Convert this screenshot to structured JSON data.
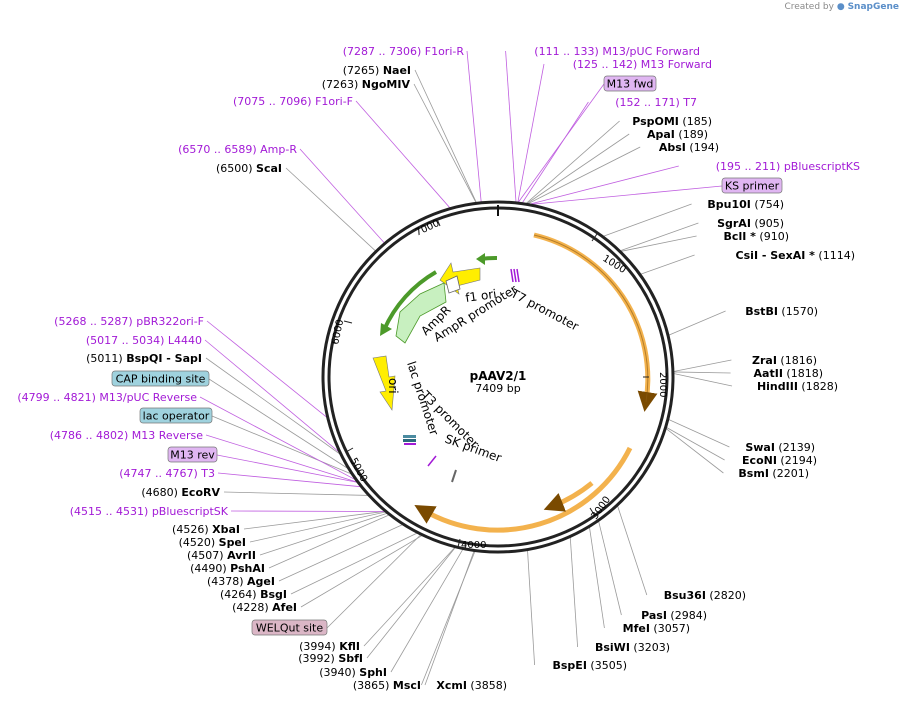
{
  "credit": {
    "prefix": "Created by",
    "brand": "SnapGene"
  },
  "plasmid": {
    "name": "pAAV2/1",
    "length_label": "7409 bp",
    "length": 7409
  },
  "ticks": [
    "1000",
    "2000",
    "3000",
    "4000",
    "5000",
    "6000",
    "7000"
  ],
  "sites": [
    {
      "name": "NaeI",
      "pos": "(7265)"
    },
    {
      "name": "NgoMIV",
      "pos": "(7263)"
    },
    {
      "name": "ScaI",
      "pos": "(6500)"
    },
    {
      "name": "PspOMI",
      "pos": "(185)"
    },
    {
      "name": "ApaI",
      "pos": "(189)"
    },
    {
      "name": "AbsI",
      "pos": "(194)"
    },
    {
      "name": "Bpu10I",
      "pos": "(754)"
    },
    {
      "name": "SgrAI",
      "pos": "(905)"
    },
    {
      "name": "BclI *",
      "pos": "(910)"
    },
    {
      "name": "CsiI  - SexAI *",
      "pos": "(1114)"
    },
    {
      "name": "BstBI",
      "pos": "(1570)"
    },
    {
      "name": "ZraI",
      "pos": "(1816)"
    },
    {
      "name": "AatII",
      "pos": "(1818)"
    },
    {
      "name": "HindIII",
      "pos": "(1828)"
    },
    {
      "name": "SwaI",
      "pos": "(2139)"
    },
    {
      "name": "EcoNI",
      "pos": "(2194)"
    },
    {
      "name": "BsmI",
      "pos": "(2201)"
    },
    {
      "name": "Bsu36I",
      "pos": "(2820)"
    },
    {
      "name": "PasI",
      "pos": "(2984)"
    },
    {
      "name": "MfeI",
      "pos": "(3057)"
    },
    {
      "name": "BsiWI",
      "pos": "(3203)"
    },
    {
      "name": "BspEI",
      "pos": "(3505)"
    },
    {
      "name": "XcmI",
      "pos": "(3858)"
    },
    {
      "name": "MscI",
      "pos": "(3865)"
    },
    {
      "name": "SphI",
      "pos": "(3940)"
    },
    {
      "name": "SbfI",
      "pos": "(3992)"
    },
    {
      "name": "KflI",
      "pos": "(3994)"
    },
    {
      "name": "AfeI",
      "pos": "(4228)"
    },
    {
      "name": "BsgI",
      "pos": "(4264)"
    },
    {
      "name": "AgeI",
      "pos": "(4378)"
    },
    {
      "name": "PshAI",
      "pos": "(4490)"
    },
    {
      "name": "AvrII",
      "pos": "(4507)"
    },
    {
      "name": "SpeI",
      "pos": "(4520)"
    },
    {
      "name": "XbaI",
      "pos": "(4526)"
    },
    {
      "name": "EcoRV",
      "pos": "(4680)"
    },
    {
      "name": "BspQI  - SapI",
      "pos": "(5011)"
    }
  ],
  "primers": [
    {
      "name": "F1ori-R",
      "range": "(7287 .. 7306)"
    },
    {
      "name": "F1ori-F",
      "range": "(7075 .. 7096)"
    },
    {
      "name": "Amp-R",
      "range": "(6570 .. 6589)"
    },
    {
      "name": "M13/pUC Forward",
      "range": "(111 .. 133)"
    },
    {
      "name": "M13 Forward",
      "range": "(125 .. 142)"
    },
    {
      "name": "T7",
      "range": "(152 .. 171)"
    },
    {
      "name": "pBluescriptKS",
      "range": "(195 .. 211)"
    },
    {
      "name": "pBR322ori-F",
      "range": "(5268 .. 5287)"
    },
    {
      "name": "L4440",
      "range": "(5017 .. 5034)"
    },
    {
      "name": "M13/pUC Reverse",
      "range": "(4799 .. 4821)"
    },
    {
      "name": "M13 Reverse",
      "range": "(4786 .. 4802)"
    },
    {
      "name": "T3",
      "range": "(4747 .. 4767)"
    },
    {
      "name": "pBluescriptSK",
      "range": "(4515 .. 4531)"
    }
  ],
  "boxes": [
    {
      "text": "M13 fwd",
      "kind": "primer",
      "color": "#e0b6f2"
    },
    {
      "text": "KS primer",
      "kind": "primer",
      "color": "#e0b6f2"
    },
    {
      "text": "CAP binding site",
      "kind": "protein",
      "color": "#9fd2de"
    },
    {
      "text": "lac operator",
      "kind": "protein",
      "color": "#9fd2de"
    },
    {
      "text": "M13 rev",
      "kind": "primer",
      "color": "#e0b6f2"
    },
    {
      "text": "WELQut site",
      "kind": "cleavage",
      "color": "#dbb6c6"
    }
  ],
  "features": [
    {
      "label": "f1 ori"
    },
    {
      "label": "T7 promoter"
    },
    {
      "label": "AmpR"
    },
    {
      "label": "AmpR promoter"
    },
    {
      "label": "lac promoter"
    },
    {
      "label": "ori"
    },
    {
      "label": "T3 promoter"
    },
    {
      "label": "SK primer"
    }
  ],
  "colors": {
    "backbone": "#222222",
    "primer_text": "#a21ad6",
    "leader": "#9a9a9a",
    "orange_feature": "#f3b24d",
    "ampr": "#c8f0c0",
    "f1ori_arc": "#4c9a2a",
    "ori": "#f5e800",
    "lac_promoter": "#ffffff"
  }
}
